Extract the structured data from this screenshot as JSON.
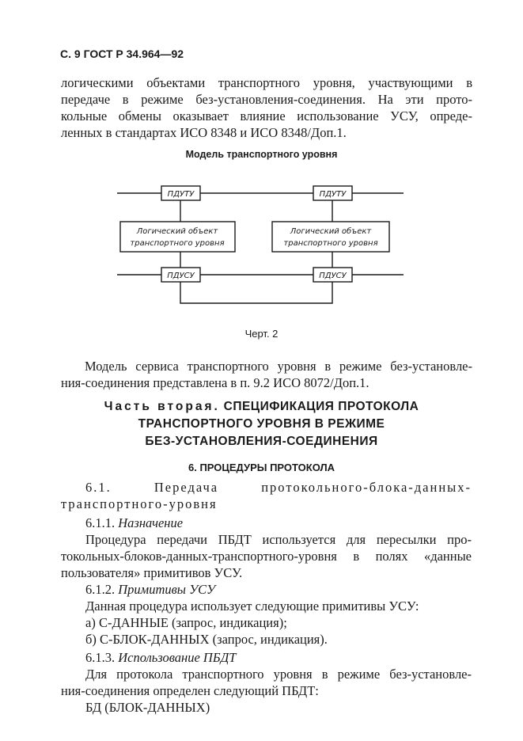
{
  "header": {
    "ref": "С. 9 ГОСТ Р 34.964—92"
  },
  "intro": {
    "lines": [
      "логическими объектами транспортного уровня, участвующими в",
      "передаче в режиме без-установления-соединения. На эти прото-",
      "кольные обмены оказывает влияние использование УСУ, опреде-",
      "ленных в стандартах ИСО 8348 и ИСО 8348/Доп.1."
    ]
  },
  "figure": {
    "title": "Модель транспортного уровня",
    "boxes": {
      "pdutu_left": "ПДУТУ",
      "pdutu_right": "ПДУТУ",
      "logical_left_1": "Логический объект",
      "logical_left_2": "транспортного уровня",
      "logical_right_1": "Логический объект",
      "logical_right_2": "транспортного уровня",
      "pdusu_left": "ПДУСУ",
      "pdusu_right": "ПДУСУ"
    },
    "caption": "Черт. 2"
  },
  "service_model": {
    "lines": [
      "Модель сервиса транспортного уровня в режиме без-установле-",
      "ния-соединения представлена в п. 9.2 ИСО 8072/Доп.1."
    ]
  },
  "part_two": {
    "prefix": "Часть вторая.",
    "line1": "СПЕЦИФИКАЦИЯ ПРОТОКОЛА",
    "line2": "ТРАНСПОРТНОГО УРОВНЯ В РЕЖИМЕ",
    "line3": "БЕЗ-УСТАНОВЛЕНИЯ-СОЕДИНЕНИЯ"
  },
  "section6": {
    "title": "6. ПРОЦЕДУРЫ ПРОТОКОЛА",
    "s61_line1": "6.1. Передача протокольного-блока-данных-",
    "s61_line2": "транспортного-уровня",
    "s611_num": "6.1.1.",
    "s611_title": "Назначение",
    "s611_lines": [
      "Процедура передачи ПБДТ используется для пересылки про-",
      "токольных-блоков-данных-транспортного-уровня в полях «данные",
      "пользователя» примитивов УСУ."
    ],
    "s612_num": "6.1.2.",
    "s612_title": "Примитивы УСУ",
    "s612_lines": [
      "Данная процедура использует следующие примитивы УСУ:",
      "а) С-ДАННЫЕ (запрос, индикация);",
      "б) С-БЛОК-ДАННЫХ (запрос, индикация)."
    ],
    "s613_num": "6.1.3.",
    "s613_title": "Использование ПБДТ",
    "s613_lines": [
      "Для протокола транспортного уровня в режиме без-установле-",
      "ния-соединения определен следующий ПБДТ:",
      "БД (БЛОК-ДАННЫХ)"
    ]
  }
}
